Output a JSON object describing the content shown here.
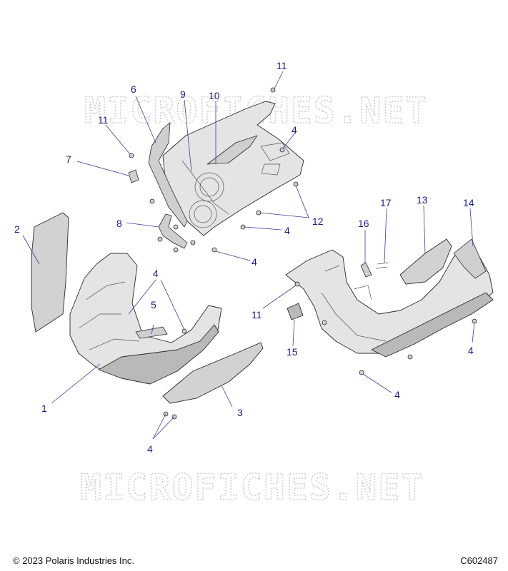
{
  "watermark": {
    "text": "MICROFICHES.NET"
  },
  "callouts": {
    "c1": "1",
    "c2": "2",
    "c3": "3",
    "c4a": "4",
    "c4b": "4",
    "c4c": "4",
    "c4d": "4",
    "c4e": "4",
    "c4f": "4",
    "c4g": "4",
    "c5": "5",
    "c6": "6",
    "c7": "7",
    "c8": "8",
    "c9": "9",
    "c10": "10",
    "c11a": "11",
    "c11b": "11",
    "c11c": "11",
    "c12": "12",
    "c13": "13",
    "c14": "14",
    "c15": "15",
    "c16": "16",
    "c17": "17"
  },
  "footer": {
    "copyright": "© 2023 Polaris Industries Inc.",
    "diagram_id": "C602487"
  }
}
